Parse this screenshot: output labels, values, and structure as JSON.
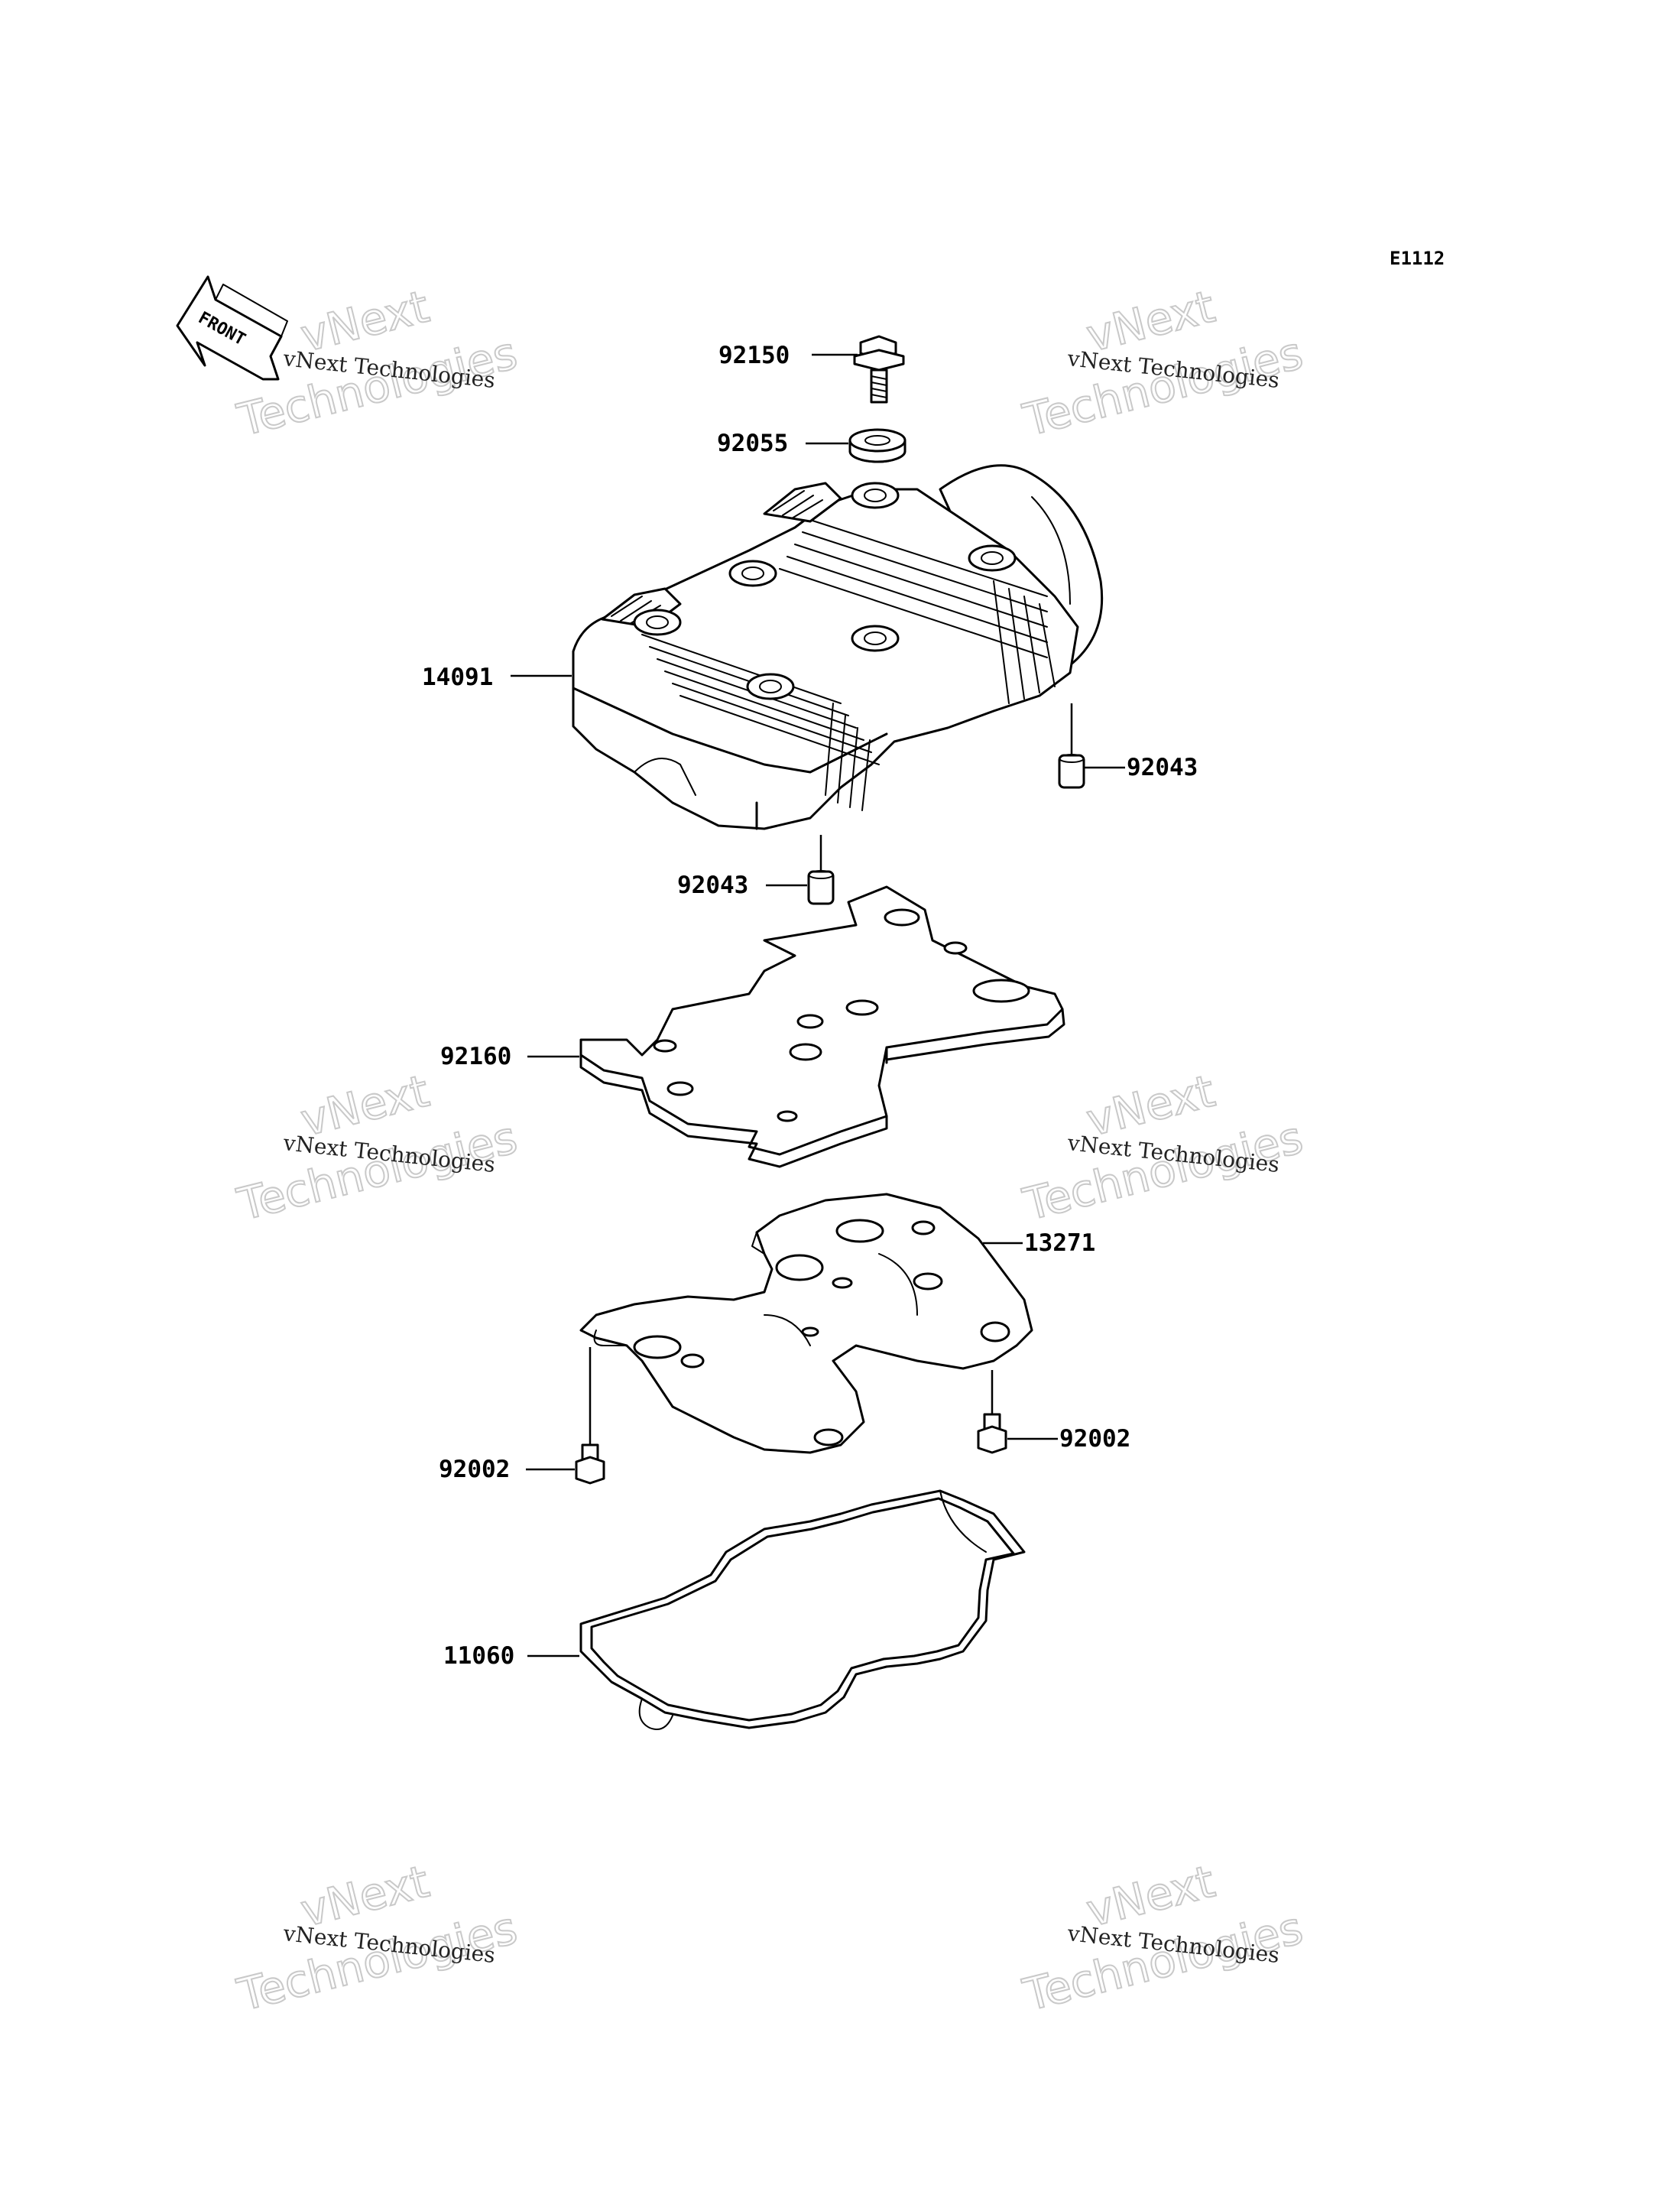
{
  "diagram_code": "E1112",
  "front_indicator": "FRONT",
  "watermark": {
    "small": "vNext Technologies",
    "big_line1": "vNext",
    "big_line2": "Technologies"
  },
  "parts": [
    {
      "id": "bolt-top",
      "number": "92150"
    },
    {
      "id": "grommet",
      "number": "92055"
    },
    {
      "id": "cylinder-head-cover",
      "number": "14091"
    },
    {
      "id": "dowel-pin-right",
      "number": "92043"
    },
    {
      "id": "dowel-pin-left",
      "number": "92043"
    },
    {
      "id": "plate-92160",
      "number": "92160"
    },
    {
      "id": "plate-13271",
      "number": "13271"
    },
    {
      "id": "bolt-right",
      "number": "92002"
    },
    {
      "id": "bolt-left",
      "number": "92002"
    },
    {
      "id": "gasket",
      "number": "11060"
    }
  ]
}
